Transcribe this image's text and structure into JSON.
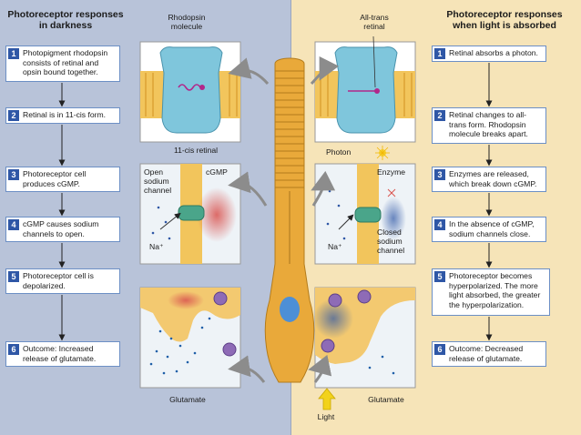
{
  "left_header": "Photoreceptor responses\nin darkness",
  "right_header": "Photoreceptor responses\nwhen light is absorbed",
  "left_steps": [
    {
      "num": "1",
      "text": "Photopigment rhodopsin consists of retinal and opsin bound together."
    },
    {
      "num": "2",
      "text": "Retinal is in 11-cis form."
    },
    {
      "num": "3",
      "text": "Photoreceptor cell produces cGMP."
    },
    {
      "num": "4",
      "text": "cGMP causes sodium channels to open."
    },
    {
      "num": "5",
      "text": "Photoreceptor cell is depolarized."
    },
    {
      "num": "6",
      "text": "Outcome: Increased release of glutamate."
    }
  ],
  "right_steps": [
    {
      "num": "1",
      "text": "Retinal absorbs a photon."
    },
    {
      "num": "2",
      "text": "Retinal changes to all-trans form. Rhodopsin molecule breaks apart."
    },
    {
      "num": "3",
      "text": "Enzymes are released, which break down cGMP."
    },
    {
      "num": "4",
      "text": "In the absence of cGMP, sodium channels close."
    },
    {
      "num": "5",
      "text": "Photoreceptor becomes hyperpolarized. The more light absorbed, the greater the hyperpolarization."
    },
    {
      "num": "6",
      "text": "Outcome: Decreased release of glutamate."
    }
  ],
  "labels": {
    "rhodopsin_molecule": "Rhodopsin\nmolecule",
    "all_trans_retinal": "All-trans\nretinal",
    "cis_retinal": "11-cis retinal",
    "photon": "Photon",
    "open_sodium_channel": "Open\nsodium\nchannel",
    "cgmp": "cGMP",
    "enzyme": "Enzyme",
    "closed_sodium_channel": "Closed\nsodium\nchannel",
    "na_left": "Na⁺",
    "na_right": "Na⁺",
    "glutamate_left": "Glutamate",
    "glutamate_right": "Glutamate",
    "light": "Light"
  },
  "colors": {
    "left_bg": "#b8c3d9",
    "right_bg": "#f6e4b8",
    "step_border": "#6c8fc5",
    "step_num": "#2f57a6",
    "membrane": "#e9a93a",
    "protein": "#7fc6dc",
    "channel": "#4aa58a",
    "cgmp_cloud": "#d9534f",
    "light_arrow": "#f2d21b"
  }
}
